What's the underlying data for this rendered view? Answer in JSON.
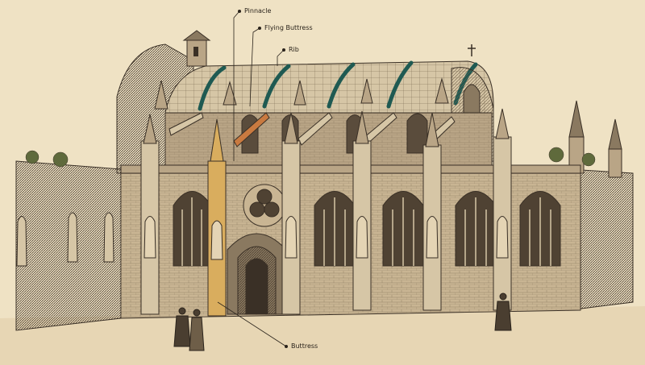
{
  "illustration": {
    "subject": "gothic-chapel-engraving",
    "colors": {
      "paper": "#efe2c4",
      "ink": "#3a3026",
      "stone": "#b9a586",
      "stone_light": "#d6c6a6",
      "highlight_pinnacle": "#d9ad5e",
      "highlight_buttress": "#c97a40",
      "highlight_rib": "#1f5a52",
      "leader": "#2a231b"
    }
  },
  "callouts": [
    {
      "id": "pinnacle",
      "label": "Pinnacle"
    },
    {
      "id": "flying-buttress",
      "label": "Flying Buttress"
    },
    {
      "id": "rib",
      "label": "Rib"
    },
    {
      "id": "buttress",
      "label": "Buttress"
    }
  ]
}
